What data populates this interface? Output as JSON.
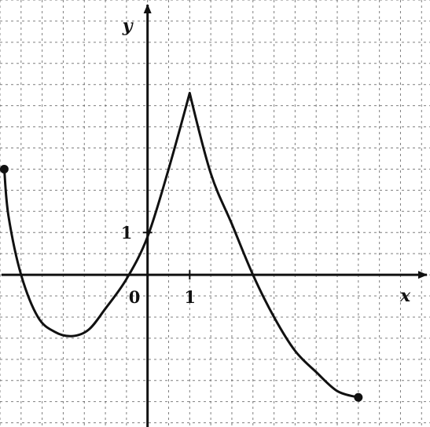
{
  "chart_data": {
    "type": "line",
    "title": "",
    "xlabel": "x",
    "ylabel": "y",
    "xlim": [
      -3.5,
      6.7
    ],
    "ylim": [
      -3.6,
      6.5
    ],
    "grid": true,
    "tick_labels": {
      "origin": "0",
      "x_one": "1",
      "y_one": "1"
    },
    "endpoints": [
      [
        -3.4,
        2.5
      ],
      [
        5.0,
        -2.9
      ]
    ],
    "points": [
      [
        -3.4,
        2.5
      ],
      [
        -3.3,
        1.4
      ],
      [
        -3.0,
        0.0
      ],
      [
        -2.6,
        -1.0
      ],
      [
        -2.2,
        -1.35
      ],
      [
        -1.8,
        -1.45
      ],
      [
        -1.4,
        -1.3
      ],
      [
        -1.0,
        -0.8
      ],
      [
        -0.5,
        -0.1
      ],
      [
        0.0,
        0.9
      ],
      [
        0.5,
        2.5
      ],
      [
        1.0,
        4.3
      ],
      [
        1.5,
        2.4
      ],
      [
        2.0,
        1.2
      ],
      [
        2.5,
        0.0
      ],
      [
        3.0,
        -1.0
      ],
      [
        3.5,
        -1.8
      ],
      [
        4.0,
        -2.3
      ],
      [
        4.5,
        -2.75
      ],
      [
        5.0,
        -2.9
      ]
    ]
  }
}
